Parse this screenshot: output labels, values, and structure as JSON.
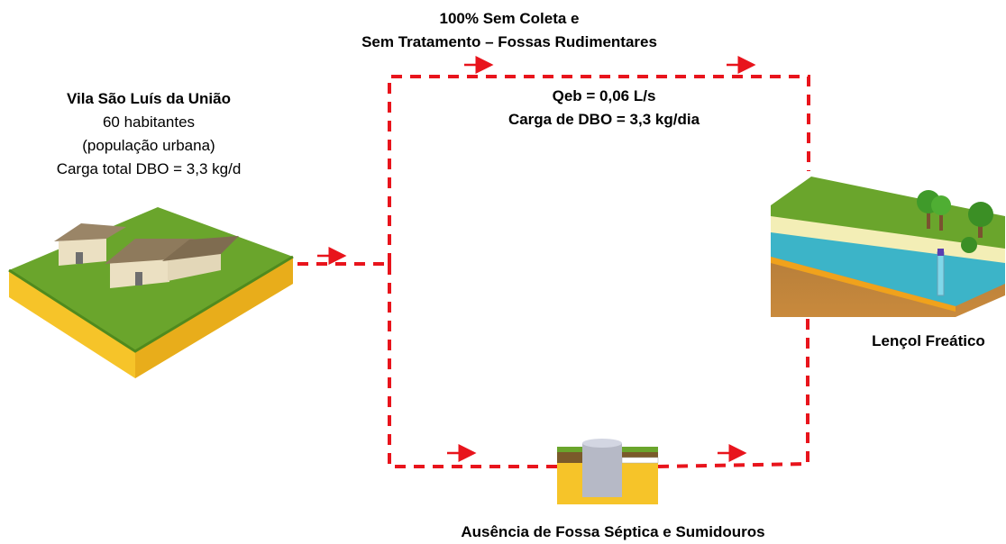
{
  "top_title": {
    "line1": "100%  Sem Coleta e",
    "line2": "Sem Tratamento – Fossas Rudimentares"
  },
  "flow_info": {
    "line1": "Qeb = 0,06 L/s",
    "line2": "Carga de DBO = 3,3 kg/dia"
  },
  "village": {
    "name": "Vila São Luís da União",
    "population": "60 habitantes",
    "population_type": "(população urbana)",
    "load": "Carga total DBO =  3,3 kg/d"
  },
  "groundwater": {
    "label": "Lençol Freático"
  },
  "septic": {
    "label": "Ausência de Fossa Séptica e Sumidouros"
  },
  "colors": {
    "flow_line": "#e8141c",
    "grass": "#6aa52c",
    "soil": "#f6c429",
    "water": "#3cb4c8"
  },
  "icons": [
    "village-illustration",
    "groundwater-illustration",
    "septic-pit-illustration",
    "arrow-right-icon"
  ]
}
